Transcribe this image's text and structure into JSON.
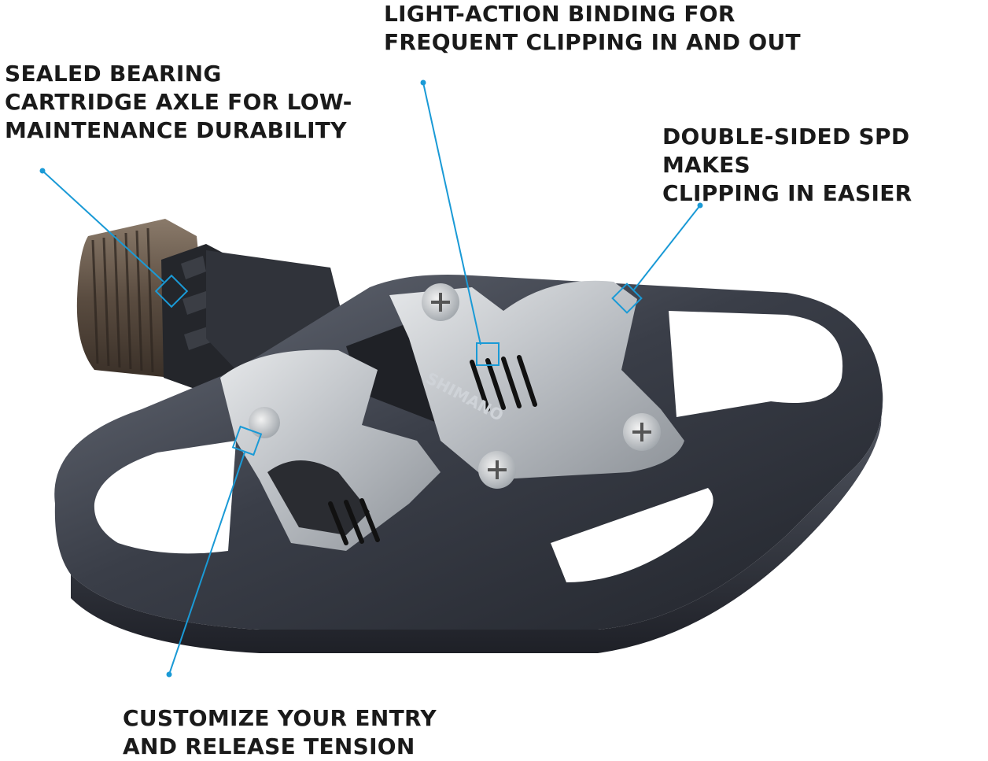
{
  "accent_color": "#1a9ad6",
  "text_color": "#1a1a1a",
  "image": {
    "subject": "pedal",
    "brand_text": "SHIMANO"
  },
  "callouts": {
    "axle": "SEALED BEARING\nCARTRIDGE AXLE FOR LOW-\nMAINTENANCE DURABILITY",
    "binding": "LIGHT-ACTION BINDING FOR\nFREQUENT CLIPPING IN AND OUT",
    "double_sided": "DOUBLE-SIDED SPD MAKES\nCLIPPING IN EASIER",
    "tension": "CUSTOMIZE YOUR ENTRY\nAND RELEASE TENSION"
  }
}
